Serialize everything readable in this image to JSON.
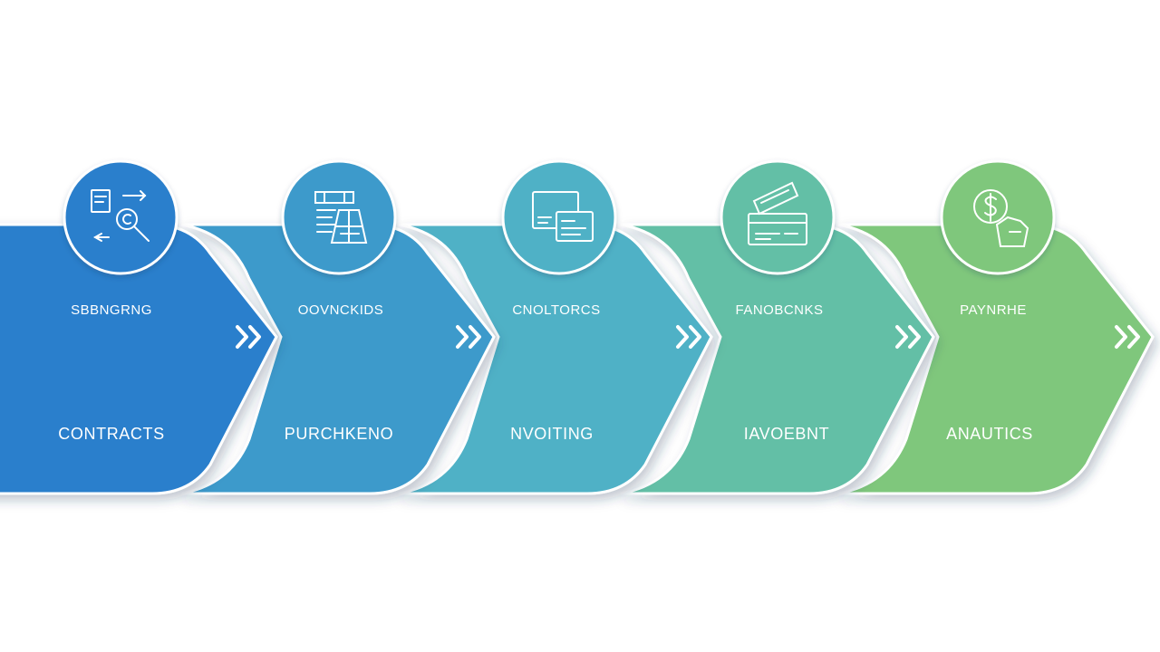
{
  "steps": [
    {
      "title": "SBBNGRNG",
      "label": "CONTRACTS",
      "color": "#2b7fcc",
      "icon": "contract-search-icon"
    },
    {
      "title": "OOVNCKIDS",
      "label": "PURCHKENO",
      "color": "#3c9acb",
      "icon": "purchase-blueprint-icon"
    },
    {
      "title": "CNOLTORCS",
      "label": "NVOITING",
      "color": "#4fb1c6",
      "icon": "invoice-windows-icon"
    },
    {
      "title": "FANOBCNKS",
      "label": "IAVOEBNT",
      "color": "#63bfa6",
      "icon": "invoice-card-icon"
    },
    {
      "title": "PAYNRHE",
      "label": "ANAUTICS",
      "color": "#7fc77c",
      "icon": "payment-coin-icon"
    }
  ]
}
